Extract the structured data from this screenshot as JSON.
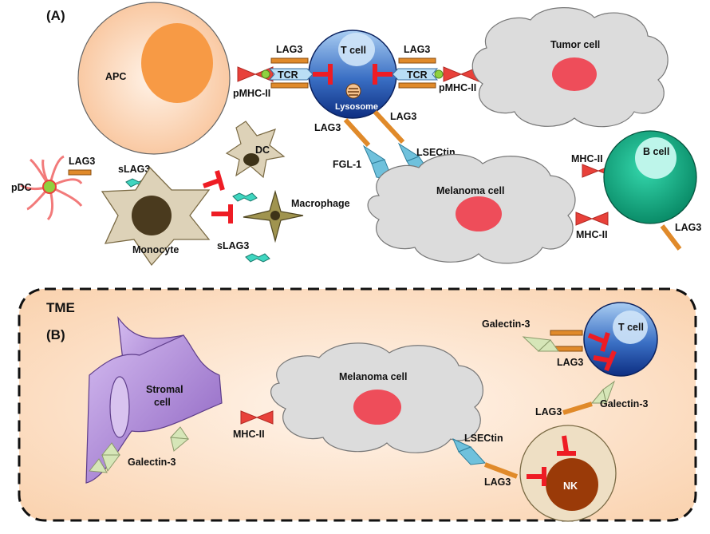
{
  "panels": {
    "panel_a": "(A)",
    "panel_b": "(B)",
    "tme": "TME"
  },
  "labels": {
    "apc": "APC",
    "t_cell_a": "T cell",
    "lysosome": "Lysosome",
    "tcr_left": "TCR",
    "tcr_right": "TCR",
    "lag3_apc": "LAG3",
    "lag3_tumor": "LAG3",
    "pmhc_left": "pMHC-II",
    "pmhc_right": "pMHC-II",
    "tumor_cell": "Tumor cell",
    "lag3_fgl": "LAG3",
    "lag3_lsec": "LAG3",
    "fgl1": "FGL-1",
    "lsectin_a": "LSECtin",
    "melanoma_a": "Melanoma cell",
    "b_cell": "B cell",
    "mhc_b_top": "MHC-II",
    "mhc_b_bottom": "MHC-II",
    "lag3_b": "LAG3",
    "pdc": "pDC",
    "lag3_pdc": "LAG3",
    "slag3_top": "sLAG3",
    "slag3_bottom": "sLAG3",
    "dc": "DC",
    "macrophage": "Macrophage",
    "monocyte": "Monocyte",
    "stromal": "Stromal",
    "stromal2": "cell",
    "galectin_stromal": "Galectin-3",
    "melanoma_b": "Melanoma cell",
    "mhc_b_panel": "MHC-II",
    "lsectin_b": "LSECtin",
    "lag3_nk": "LAG3",
    "lag3_tnk": "LAG3",
    "nk": "NK",
    "t_cell_b": "T cell",
    "galectin_t_left": "Galectin-3",
    "lag3_t_b": "LAG3",
    "galectin_t_bottom": "Galectin-3"
  },
  "colors": {
    "apc_fill": "#fde2cc",
    "apc_nucleus": "#f79a45",
    "tcell_top": "#a9cdf2",
    "tcell_bottom": "#0d2e82",
    "cloud_fill": "#dcdcdc",
    "cloud_nucleus": "#ee4d5a",
    "bcell": "#10b98f",
    "tme_bg": "#fbd8b8",
    "inhibit": "#ee1c24",
    "lag3": "#e08a2a",
    "receptor_red": "#e8413a",
    "lsectin": "#6fc1dc",
    "galectin": "#d6e6b8",
    "monocyte_fill": "#ddd2b8",
    "monocyte_nucleus": "#4a3a1e",
    "stromal": "#b792d8",
    "nk_outer": "#eedfc4",
    "nk_nucleus": "#9a3a08",
    "pdc": "#f27a7a"
  }
}
